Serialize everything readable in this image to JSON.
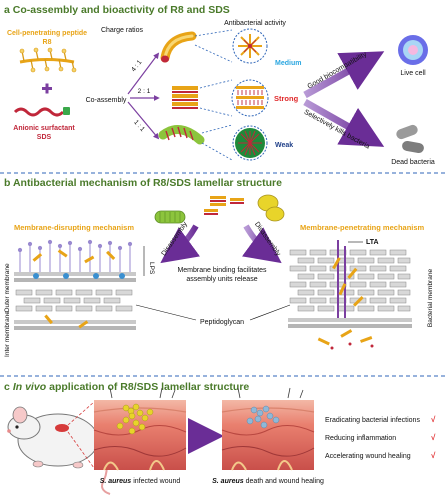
{
  "panel_a": {
    "title": "a Co-assembly and bioactivity of R8 and SDS",
    "peptide_label_1": "Cell-penetrating peptide",
    "peptide_label_2": "R8",
    "surfactant_label_1": "Anionic surfactant",
    "surfactant_label_2": "SDS",
    "charge_ratios_label": "Charge ratios",
    "co_assembly_label": "Co-assembly",
    "antibacterial_label": "Antibacterial activity",
    "ratios": [
      {
        "ratio": "4 : 1",
        "activity": "Medium",
        "color": "#2aa6e0"
      },
      {
        "ratio": "2 : 1",
        "activity": "Strong",
        "color": "#e0282a"
      },
      {
        "ratio": "1 : 1",
        "activity": "Weak",
        "color": "#1f3f88"
      }
    ],
    "biocompat_label": "Good biocompatibility",
    "live_cell_label": "Live cell",
    "kills_label": "Selectively kills bacteria",
    "dead_bacteria_label": "Dead bacteria"
  },
  "panel_b": {
    "title": "b Antibacterial mechanism of R8/SDS lamellar structure",
    "disrupt_label": "Membrane-disrupting mechanism",
    "penetrate_label": "Membrane-penetrating mechanism",
    "disassembly_left": "Disassembly",
    "disassembly_right": "Disassembly",
    "binding_line_1": "Membrane binding facilitates",
    "binding_line_2": "assembly units release",
    "lps_label": "LPS",
    "lta_label": "LTA",
    "outer_membrane_label": "Outer membrane",
    "inner_membrane_label": "Inter membrane",
    "peptidoglycan_label": "Peptidoglycan",
    "bacterial_membrane_label": "Bacterial membrane"
  },
  "panel_c": {
    "title_letter": "c",
    "title_italic": "In vivo",
    "title_rest": "application of R8/SDS lamellar structure",
    "infected_italic": "S. aureus",
    "infected_rest": "infected wound",
    "healing_italic": "S. aureus",
    "healing_rest": "death and wound healing",
    "outcomes": [
      "Eradicating bacterial infections",
      "Reducing inflammation",
      "Accelerating wound healing"
    ],
    "check_mark": "√"
  },
  "colors": {
    "title_green": "#4a7a2a",
    "gold": "#e8a417",
    "purple": "#7b3fa0",
    "divider": "#2f66b8",
    "check": "#e0282a",
    "sds_red": "#c0273a"
  }
}
